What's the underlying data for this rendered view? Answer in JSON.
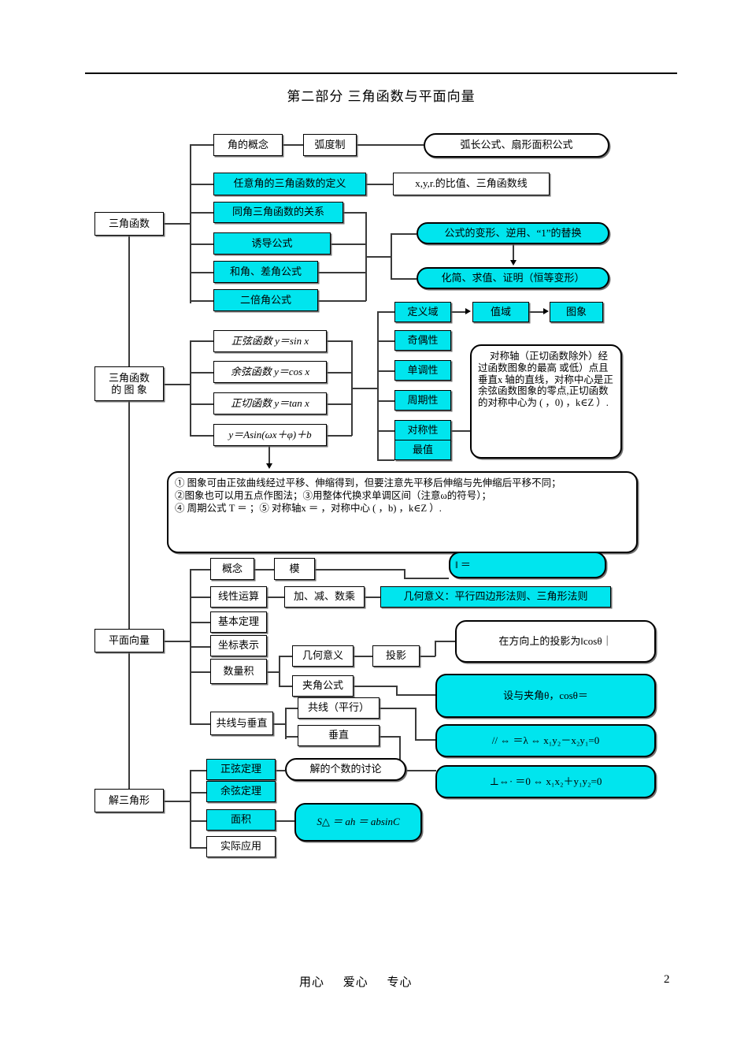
{
  "document": {
    "title": "第二部分   三角函数与平面向量",
    "footer_text": "用心     爱心     专心",
    "page_number": "2"
  },
  "colors": {
    "highlight": "#00E5EE",
    "line": "#3a3a3a",
    "text": "#000000",
    "background": "#ffffff"
  },
  "branches": {
    "trig_functions": "三角函数",
    "trig_graphs": "三角函数\n的 图 象",
    "plane_vectors": "平面向量",
    "solve_triangle": "解三角形"
  },
  "trig_functions_nodes": {
    "angle_concept": "角的概念",
    "radian_system": "弧度制",
    "arc_formula": "弧长公式、扇形面积公式",
    "any_angle_def": "任意角的三角函数的定义",
    "xyr_ratio": "x,y,r.的比值、三角函数线",
    "same_angle_rel": "同角三角函数的关系",
    "induction_formula": "诱导公式",
    "sum_diff_formula": "和角、差角公式",
    "double_angle_formula": "二倍角公式",
    "formula_transform": "公式的变形、逆用、“1”的替换",
    "simplify_prove": "化简、求值、证明（恒等变形）"
  },
  "trig_graph_nodes": {
    "sine": "正弦函数 y＝sin x",
    "cosine": "余弦函数 y＝cos x",
    "tangent": "正切函数 y＝tan x",
    "general": "y＝Asin(ωx＋φ)＋b",
    "domain": "定义域",
    "range": "值域",
    "graph": "图象",
    "parity": "奇偶性",
    "monotonic": "单调性",
    "periodic": "周期性",
    "symmetry": "对称性",
    "extremum": "最值",
    "symmetry_note": "对称轴（正切函数除外）经过函数图象的最高 或低）点且垂直x 轴的直线，对称中心是正余弦函数图象的零点,正切函数的对称中心为 ( ，0) ，k∈Z ）.",
    "transform_note_line1": "① 图象可由正弦曲线经过平移、伸缩得到，但要注意先平移后伸缩与先伸缩后平移不同；",
    "transform_note_line2": "②图象也可以用五点作图法；③用整体代换求单调区间（注意ω的符号）；",
    "transform_note_line3": "④ 周期公式 T ＝ ；⑤ 对称轴x ＝ ，对称中心 ( ，b) ，k∈Z ）."
  },
  "vector_nodes": {
    "concept": "概念",
    "modulus": "模",
    "modulus_formula": "‖ ＝",
    "linear_ops": "线性运算",
    "add_sub_scalar": "加、减、数乘",
    "geometric_meaning_laws": "几何意义：平行四边形法则、三角形法则",
    "basic_theorem": "基本定理",
    "coordinate_rep": "坐标表示",
    "dot_product": "数量积",
    "geometric_meaning": "几何意义",
    "projection": "投影",
    "projection_formula": "在方向上的投影为‖cosθ｜",
    "angle_formula": "夹角公式",
    "angle_formula_detail": "设与夹角θ，cosθ＝",
    "collinear_perp": "共线与垂直",
    "collinear": "共线（平行）",
    "perpendicular": "垂直",
    "collinear_formula": "// ⇔ ＝λ ⇔  x₁y₂－x₂y₁=0",
    "perp_formula": "⊥⇔· ＝0 ⇔ x₁x₂＋y₁y₂=0"
  },
  "triangle_nodes": {
    "law_of_sines": "正弦定理",
    "law_of_cosines": "余弦定理",
    "area": "面积",
    "practical": "实际应用",
    "solution_count": "解的个数的讨论",
    "area_formula": "S△ ＝ ah ＝ absinC"
  }
}
